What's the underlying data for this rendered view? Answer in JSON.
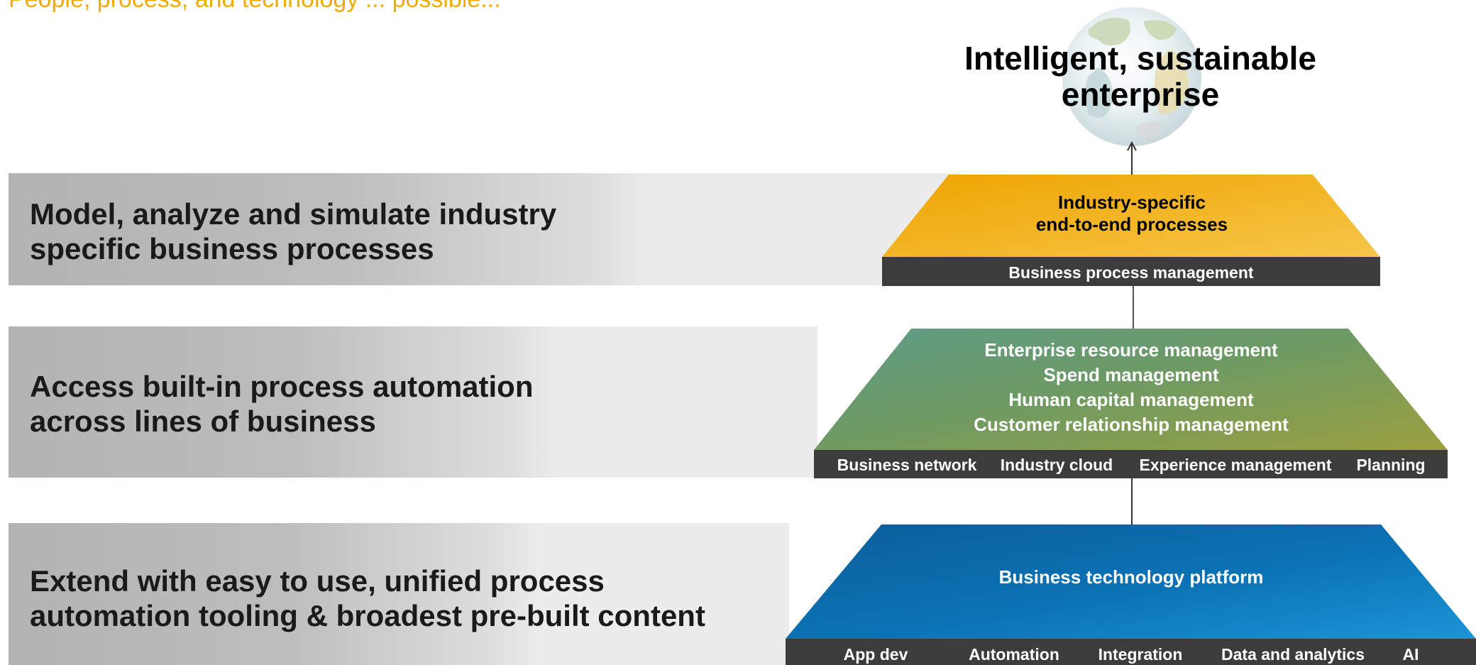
{
  "header": {
    "caption_partial": "People, process, and technology ... possible...",
    "goal_title_line1": "Intelligent, sustainable",
    "goal_title_line2": "enterprise"
  },
  "rows": [
    {
      "description_line1": "Model, analyze and simulate industry",
      "description_line2": "specific business processes",
      "layer_lines": [
        "Industry-specific",
        "end-to-end processes"
      ],
      "bar_items": [
        "Business process management"
      ]
    },
    {
      "description_line1": "Access built-in process automation",
      "description_line2": "across lines of business",
      "layer_lines": [
        "Enterprise resource management",
        "Spend management",
        "Human capital management",
        "Customer relationship management"
      ],
      "bar_items": [
        "Business network",
        "Industry cloud",
        "Experience management",
        "Planning"
      ]
    },
    {
      "description_line1": "Extend with easy to use, unified process",
      "description_line2": "automation tooling & broadest pre-built content",
      "layer_lines": [
        "Business technology platform"
      ],
      "bar_items": [
        "App dev",
        "Automation",
        "Integration",
        "Data and analytics",
        "AI"
      ]
    }
  ],
  "colors": {
    "top_layer": "#f0ab00",
    "middle_layer": "#6a9a5a",
    "bottom_layer": "#0a75b8",
    "bar": "#3c3c3c",
    "caption": "#f0ab00"
  }
}
